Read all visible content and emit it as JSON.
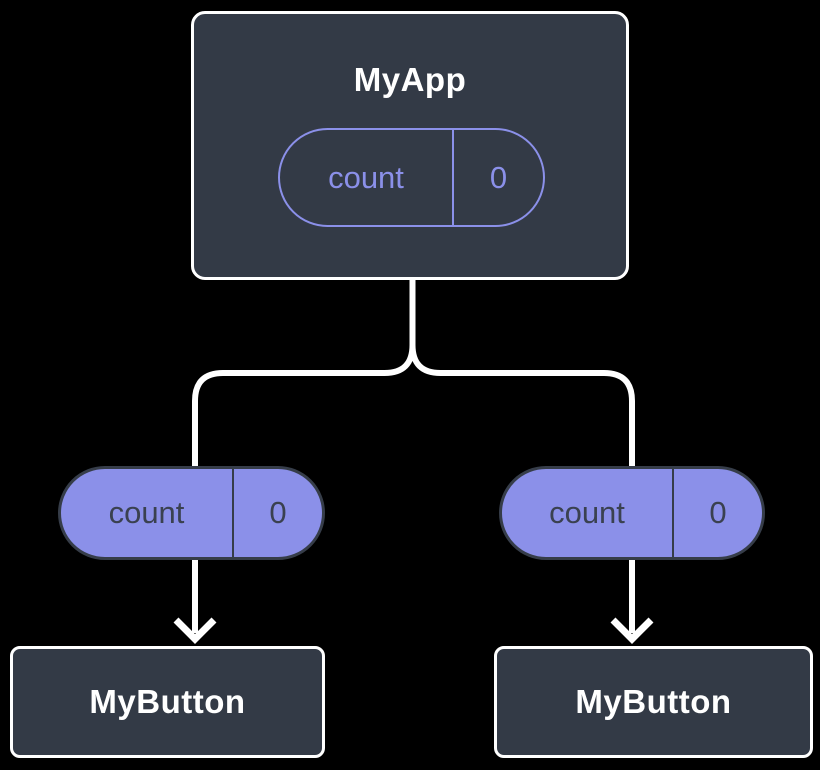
{
  "diagram": {
    "type": "component-tree",
    "background": "#000000",
    "colors": {
      "node_fill": "#333a46",
      "node_border": "#ffffff",
      "accent_purple": "#8b90e9",
      "pill_dark_border": "#363d49",
      "pill_dark_text": "#3a4150",
      "connector": "#ffffff",
      "title_text": "#ffffff"
    },
    "root": {
      "label": "MyApp",
      "state_pill": {
        "name": "count",
        "value": "0"
      }
    },
    "children": [
      {
        "label": "MyButton",
        "prop_pill": {
          "name": "count",
          "value": "0"
        }
      },
      {
        "label": "MyButton",
        "prop_pill": {
          "name": "count",
          "value": "0"
        }
      }
    ]
  }
}
